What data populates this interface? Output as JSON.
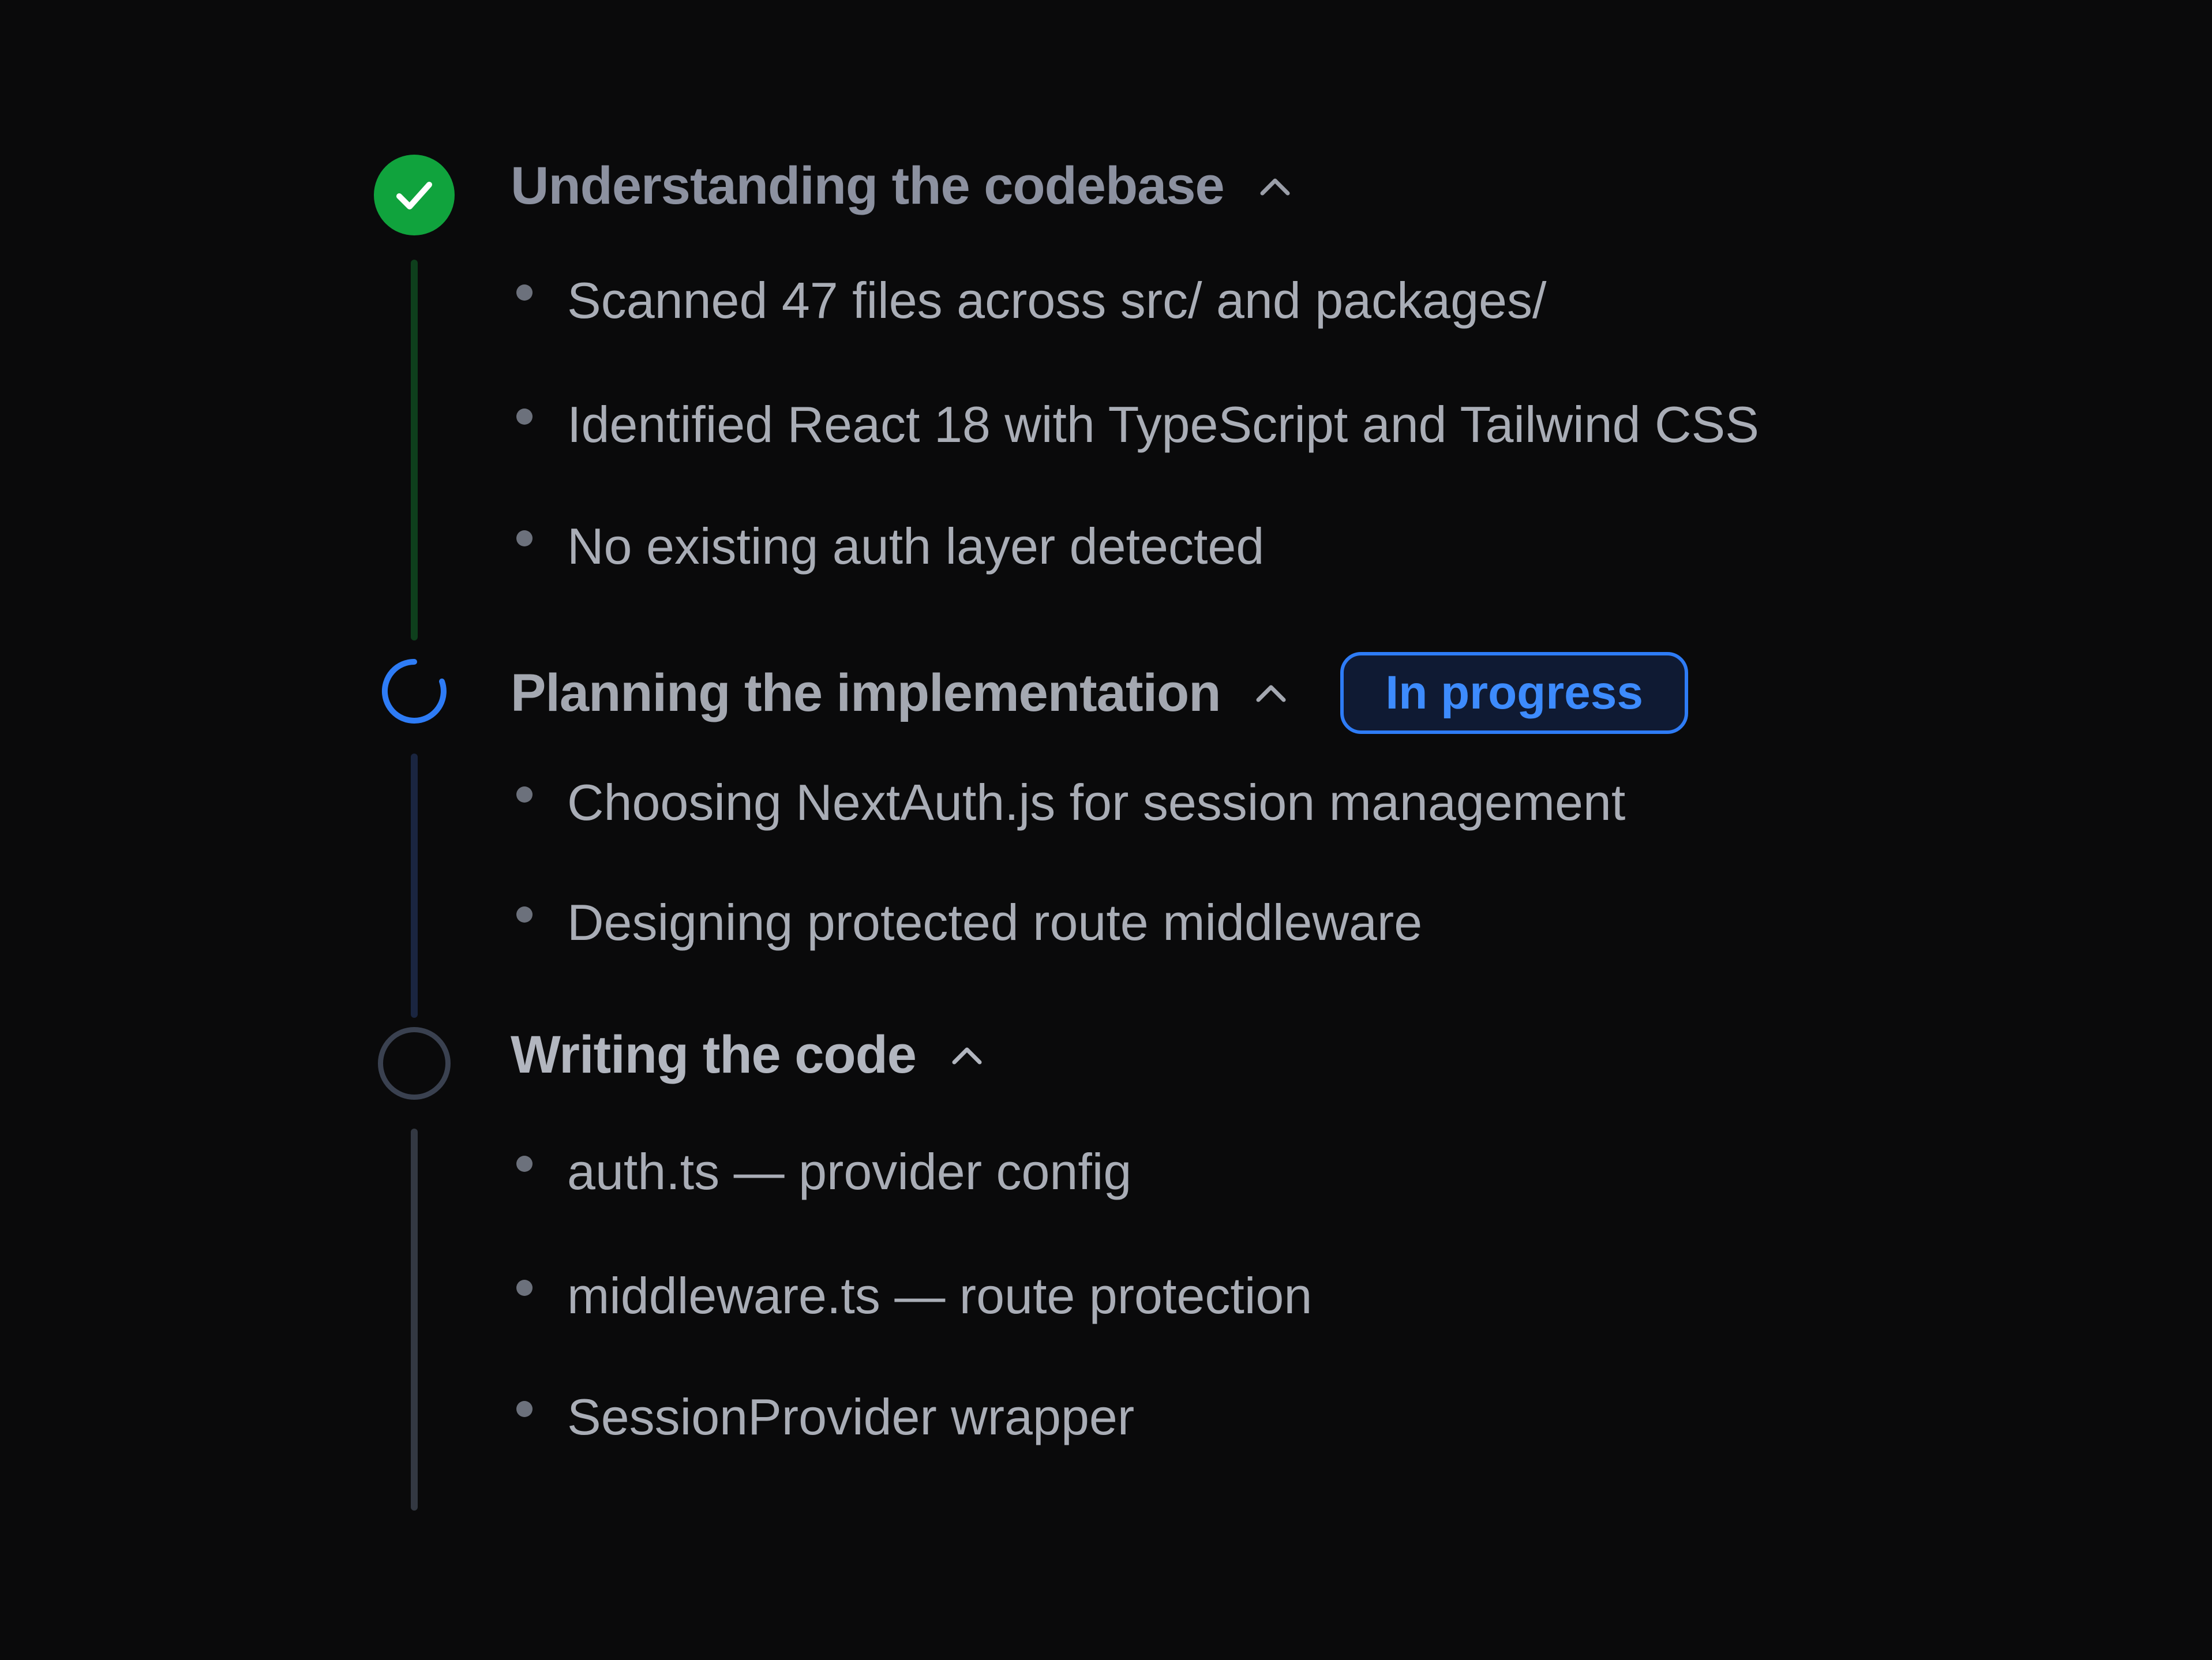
{
  "steps": [
    {
      "title": "Understanding the codebase",
      "status": "done",
      "items": [
        "Scanned 47 files across src/ and packages/",
        "Identified React 18 with TypeScript and Tailwind CSS",
        "No existing auth layer detected"
      ]
    },
    {
      "title": "Planning the implementation",
      "status": "in-progress",
      "badge": "In progress",
      "items": [
        "Choosing NextAuth.js for session management",
        "Designing protected route middleware"
      ]
    },
    {
      "title": "Writing the code",
      "status": "pending",
      "items": [
        "auth.ts — provider config",
        "middleware.ts — route protection",
        "SessionProvider wrapper"
      ]
    }
  ],
  "colors": {
    "background": "#0a0a0b",
    "done": "#10a33d",
    "in_progress": "#3d8bfd",
    "pending": "#3a4150",
    "text": "#a9adb6"
  },
  "icons": {
    "done": "check-circle-icon",
    "in_progress": "spinner-icon",
    "pending": "empty-circle-icon",
    "toggle": "chevron-up-icon"
  }
}
